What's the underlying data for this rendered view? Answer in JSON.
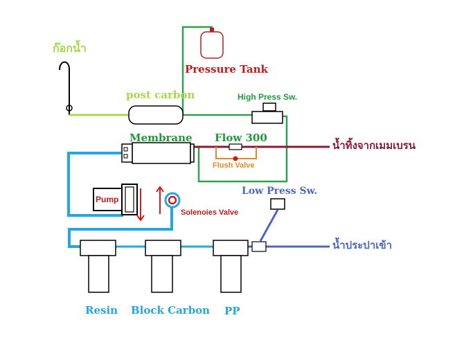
{
  "labels": {
    "faucet": "ก๊อกน้ำ",
    "pressure_tank": "Pressure Tank",
    "post_carbon": "post carbon",
    "high_press_sw": "High Press Sw.",
    "membrane": "Membrane",
    "flow": "Flow 300",
    "reject_water": "น้ำทิ้งจากเมมเบรน",
    "flush_valve": "Flush Valve",
    "low_press_sw": "Low Press Sw.",
    "pump": "Pump",
    "solenoid_valve": "Solenoies Valve",
    "inlet_water": "น้ำประปาเข้า",
    "resin": "Resin",
    "block_carbon": "Block Carbon",
    "pp": "PP"
  },
  "colors": {
    "lime": "#a8d84a",
    "green": "#2ca24a",
    "green_text": "#1f9a3a",
    "blue": "#22a7e0",
    "navy": "#4a67c8",
    "maroon": "#8c1832",
    "red": "#d11a1a",
    "red_text": "#c21b1b",
    "orange": "#e8862a",
    "black": "#000000"
  }
}
